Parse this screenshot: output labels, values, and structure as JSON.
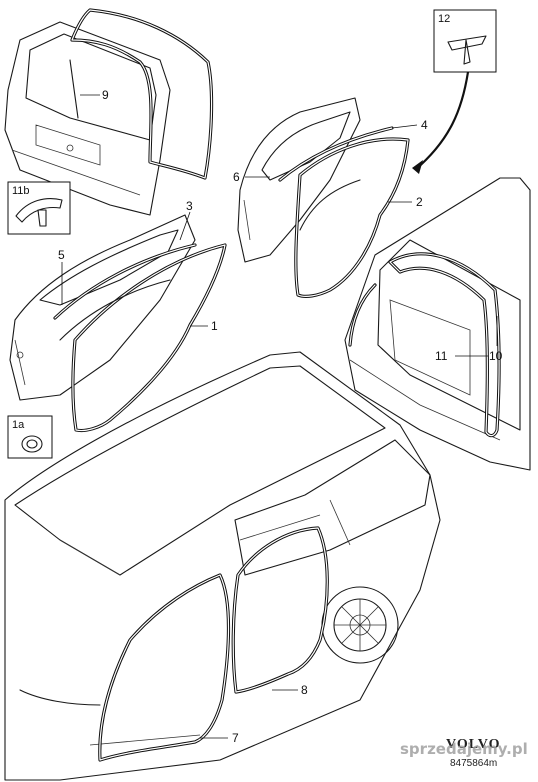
{
  "callouts": {
    "c1": "1",
    "c2": "2",
    "c3": "3",
    "c4": "4",
    "c5": "5",
    "c6": "6",
    "c7": "7",
    "c8": "8",
    "c9": "9",
    "c10": "10",
    "c11": "11",
    "c1a": "1a",
    "c11b": "11b",
    "c12": "12"
  },
  "brand": "VOLVO",
  "drawing_code": "8475864m",
  "watermark": "sprzedajemy.pl",
  "colors": {
    "line": "#1a1a1a",
    "background": "#ffffff",
    "watermark": "#9a9a9a"
  }
}
